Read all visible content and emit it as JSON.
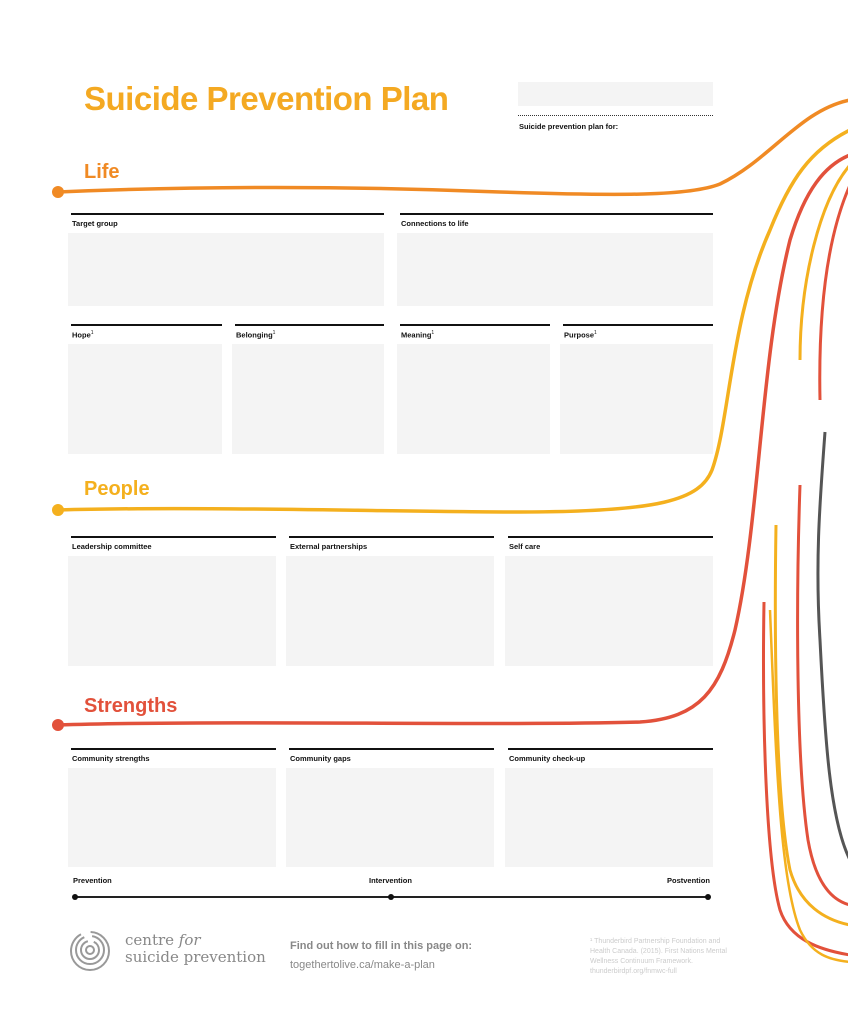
{
  "title": "Suicide Prevention Plan",
  "plan_for_label": "Suicide prevention plan for:",
  "plan_for_value": "",
  "colors": {
    "life": "#F08A24",
    "people": "#F4B01E",
    "strengths": "#E2513B",
    "grey": "#555555"
  },
  "sections": {
    "life": {
      "heading": "Life",
      "fields": [
        "Target group",
        "Connections to life"
      ],
      "sub_fields": [
        "Hope",
        "Belonging",
        "Meaning",
        "Purpose"
      ],
      "footnote_mark": "1"
    },
    "people": {
      "heading": "People",
      "fields": [
        "Leadership committee",
        "External partnerships",
        "Self care"
      ]
    },
    "strengths": {
      "heading": "Strengths",
      "fields": [
        "Community strengths",
        "Community gaps",
        "Community check-up"
      ]
    }
  },
  "timeline": [
    "Prevention",
    "Intervention",
    "Postvention"
  ],
  "footer": {
    "logo_line1": "centre",
    "logo_for": "for",
    "logo_line2": "suicide prevention",
    "cta": "Find out how to fill in this page on:",
    "url": "togethertolive.ca/make-a-plan",
    "citation": "¹ Thunderbird Partnership Foundation and Health Canada. (2015). First Nations Mental Wellness Continuum Framework. thunderbirdpf.org/fnmwc-full"
  }
}
